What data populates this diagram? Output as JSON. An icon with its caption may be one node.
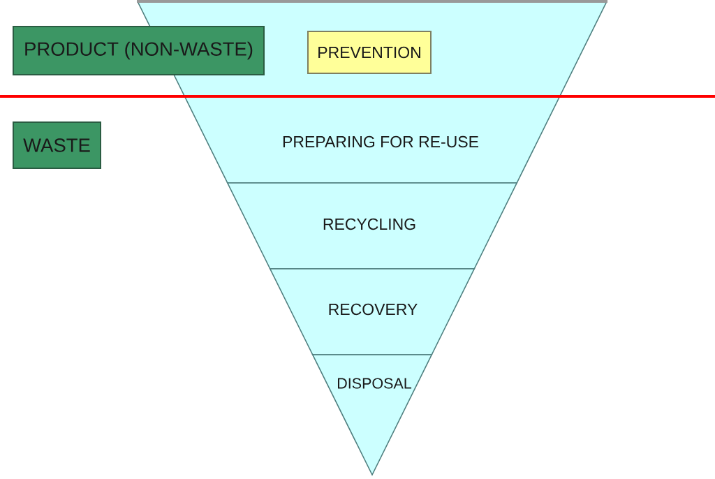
{
  "diagram": {
    "nodes": [
      {
        "text": [
          "PRODUCT (NON-WASTE)"
        ]
      },
      {
        "text": [
          "PREPARING FOR RE-USE"
        ]
      },
      {
        "text": [
          "PREVENTION"
        ],
        "in": 1
      },
      {
        "text": [
          "WASTE"
        ]
      },
      {
        "text": [
          "RECYCLING"
        ]
      },
      {
        "text": [
          "RECOVERY"
        ]
      },
      {
        "text": [
          "DISPOSAL"
        ]
      }
    ]
  }
}
